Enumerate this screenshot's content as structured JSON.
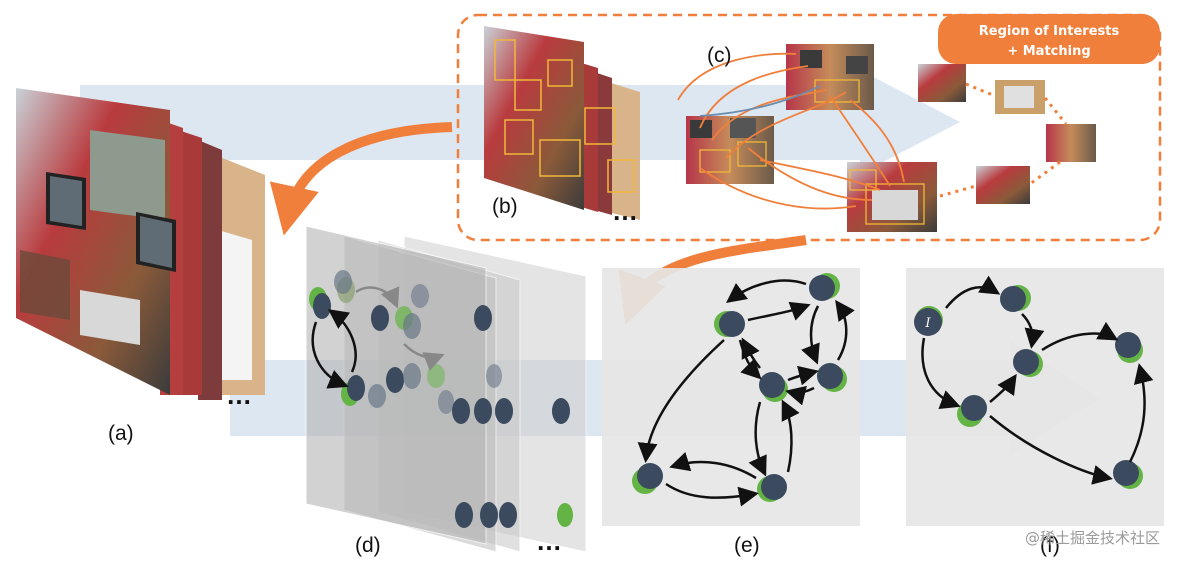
{
  "labels": {
    "a": "(a)",
    "b": "(b)",
    "c": "(c)",
    "d": "(d)",
    "e": "(e)",
    "f": "(f)"
  },
  "badge": {
    "line1": "Region of Interests",
    "line2": "+ Matching"
  },
  "ellipsis": {
    "a": "…",
    "b": "…",
    "d": "…"
  },
  "start_node_label": "I",
  "watermark": "@稀土掘金技术社区",
  "colors": {
    "accent_orange": "#f07f3c",
    "node_dark": "#3b4a5e",
    "node_green": "#64b445",
    "panel_gray": "#e6e6e6",
    "flow_blue": "#d5e1ee"
  }
}
